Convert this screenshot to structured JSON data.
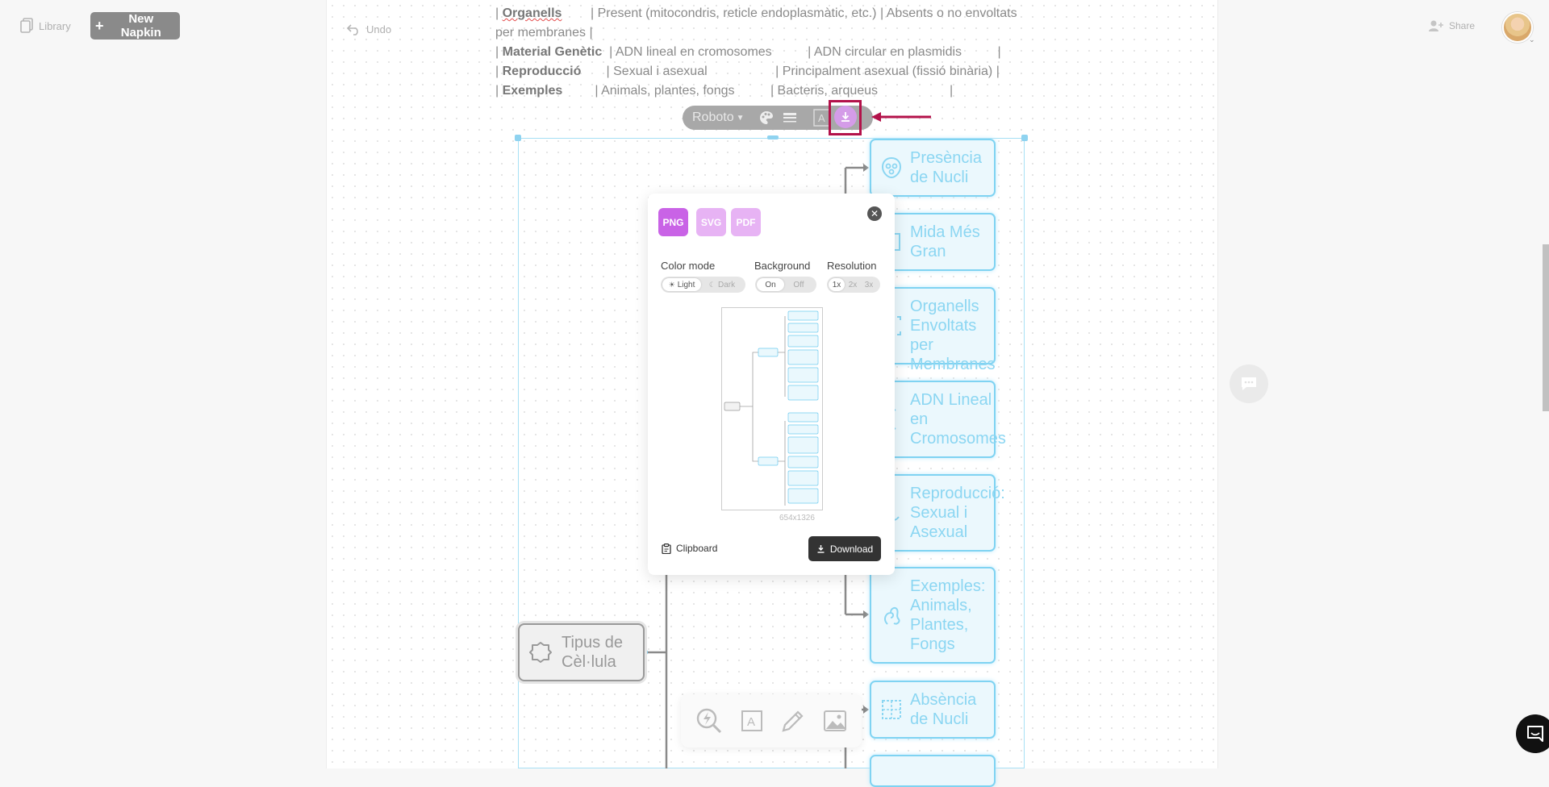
{
  "header": {
    "library_label": "Library",
    "new_napkin_label": "New Napkin",
    "undo_label": "Undo",
    "share_label": "Share"
  },
  "document_text": {
    "rows": [
      {
        "label": "Organells",
        "cell1": "Present (mitocondris, reticle endoplasmàtic, etc.)",
        "cell2": "Absents o no envoltats"
      },
      {
        "continuation": "per membranes |"
      },
      {
        "label": "Material Genètic",
        "cell1": "ADN lineal en cromosomes",
        "cell2": "ADN circular en plasmidis"
      },
      {
        "label": "Reproducció",
        "cell1": "Sexual i asexual",
        "cell2": "Principalment asexual (fissió binària)"
      },
      {
        "label": "Exemples",
        "cell1": "Animals, plantes, fongs",
        "cell2": "Bacteris, arqueus"
      }
    ]
  },
  "style_toolbar": {
    "font_name": "Roboto"
  },
  "diagram": {
    "root": "Tipus de Cèl·lula",
    "nodes": [
      {
        "label": "Presència de Nucli",
        "icon": "nucleus-icon"
      },
      {
        "label": "Mida Més Gran",
        "icon": "size-icon"
      },
      {
        "label": "Organells Envoltats per Membranes",
        "icon": "organelle-icon"
      },
      {
        "label": "ADN Lineal en Cromosomes",
        "icon": "dna-icon"
      },
      {
        "label": "Reproducció: Sexual i Asexual",
        "icon": "reproduction-icon"
      },
      {
        "label": "Exemples: Animals, Plantes, Fongs",
        "icon": "examples-icon"
      },
      {
        "label": "Absència de Nucli",
        "icon": "grid-icon"
      }
    ]
  },
  "export_panel": {
    "formats": [
      "PNG",
      "SVG",
      "PDF"
    ],
    "selected_format": "PNG",
    "color_mode_label": "Color mode",
    "color_mode_options": [
      "Light",
      "Dark"
    ],
    "background_label": "Background",
    "background_options": [
      "On",
      "Off"
    ],
    "resolution_label": "Resolution",
    "resolution_options": [
      "1x",
      "2x",
      "3x"
    ],
    "preview_dims": "654x1326",
    "clipboard_label": "Clipboard",
    "download_label": "Download"
  },
  "colors": {
    "accent_purple": "#c963e6",
    "highlight_red": "#b3124a",
    "node_blue": "#7fd3f2"
  }
}
